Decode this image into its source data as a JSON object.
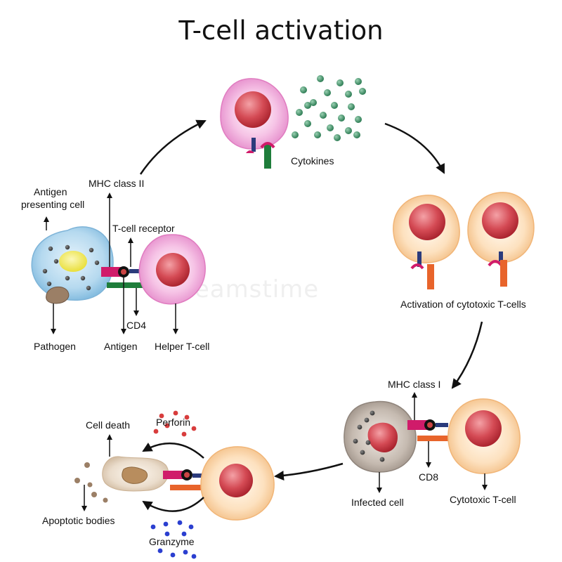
{
  "title": "T-cell activation",
  "watermark": "dreamstime",
  "labels": {
    "antigen_presenting_cell_line1": "Antigen",
    "antigen_presenting_cell_line2": "presenting cell",
    "mhc_class_ii": "MHC class II",
    "t_cell_receptor": "T-cell receptor",
    "pathogen": "Pathogen",
    "antigen": "Antigen",
    "cd4": "CD4",
    "helper_t_cell": "Helper T-cell",
    "cytokines": "Cytokines",
    "activation_cytotoxic": "Activation of cytotoxic T-cells",
    "mhc_class_i": "MHC class I",
    "infected_cell": "Infected cell",
    "cd8": "CD8",
    "cytotoxic_t_cell": "Cytotoxic T-cell",
    "cell_death": "Cell death",
    "perforin": "Perforin",
    "apoptotic_bodies": "Apoptotic bodies",
    "granzyme": "Granzyme"
  },
  "colors": {
    "apc": "#a9cfe9",
    "nucleus_yellow": "#f3ee72",
    "pathogen": "#9b7f66",
    "helper_cell": "#f0a8d8",
    "helper_nucleus": "#d64a5c",
    "cytotoxic_cell": "#fbd9ad",
    "cytotoxic_nucleus": "#c4313c",
    "infected_cell": "#b3a89f",
    "mhc_magenta": "#d01b6a",
    "cd4_green": "#1f7d3b",
    "cd8_orange": "#e8642b",
    "receptor_navy": "#2b3b7c",
    "cytokine_green": "#3f9a6c",
    "perforin_red": "#d83d3d",
    "granzyme_blue": "#2b3fd0"
  }
}
